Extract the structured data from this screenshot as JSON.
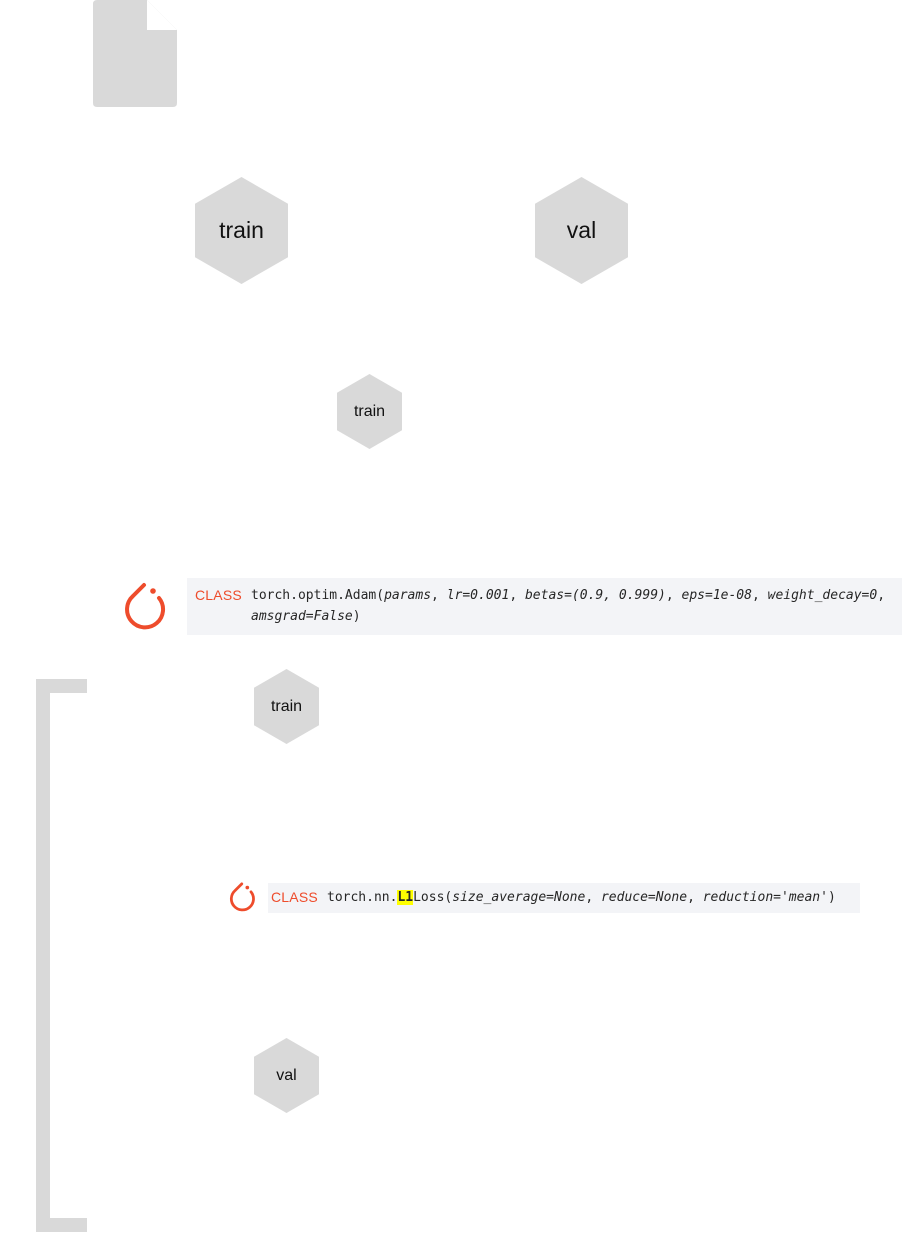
{
  "document_icon": "file-icon",
  "colors": {
    "hex_fill": "#d9d9d9",
    "pytorch_orange": "#ee4c2c",
    "signature_bg": "#f3f4f7",
    "highlight": "#ffff00"
  },
  "nodes": {
    "train_large": "train",
    "val_large": "val",
    "train_mid": "train",
    "train_bracket": "train",
    "val_bracket": "val"
  },
  "adam": {
    "logo": "pytorch-logo-icon",
    "keyword": "CLASS",
    "name": "torch.optim.Adam(",
    "p1": "params",
    "sep1": ", ",
    "p2": "lr=0.001",
    "sep2": ", ",
    "p3": "betas=(0.9, 0.999)",
    "sep3": ", ",
    "p4": "eps=1e-08",
    "sep4": ", ",
    "p5": "weight_decay=0",
    "sep5": ",",
    "p6": "amsgrad=False",
    "close": ")"
  },
  "l1loss": {
    "logo": "pytorch-logo-icon",
    "keyword": "CLASS",
    "prefix": "torch.nn.",
    "highlight": "L1",
    "suffix": "Loss(",
    "p1": "size_average=None",
    "sep1": ", ",
    "p2": "reduce=None",
    "sep2": ", ",
    "p3": "reduction='mean'",
    "close": ")"
  }
}
